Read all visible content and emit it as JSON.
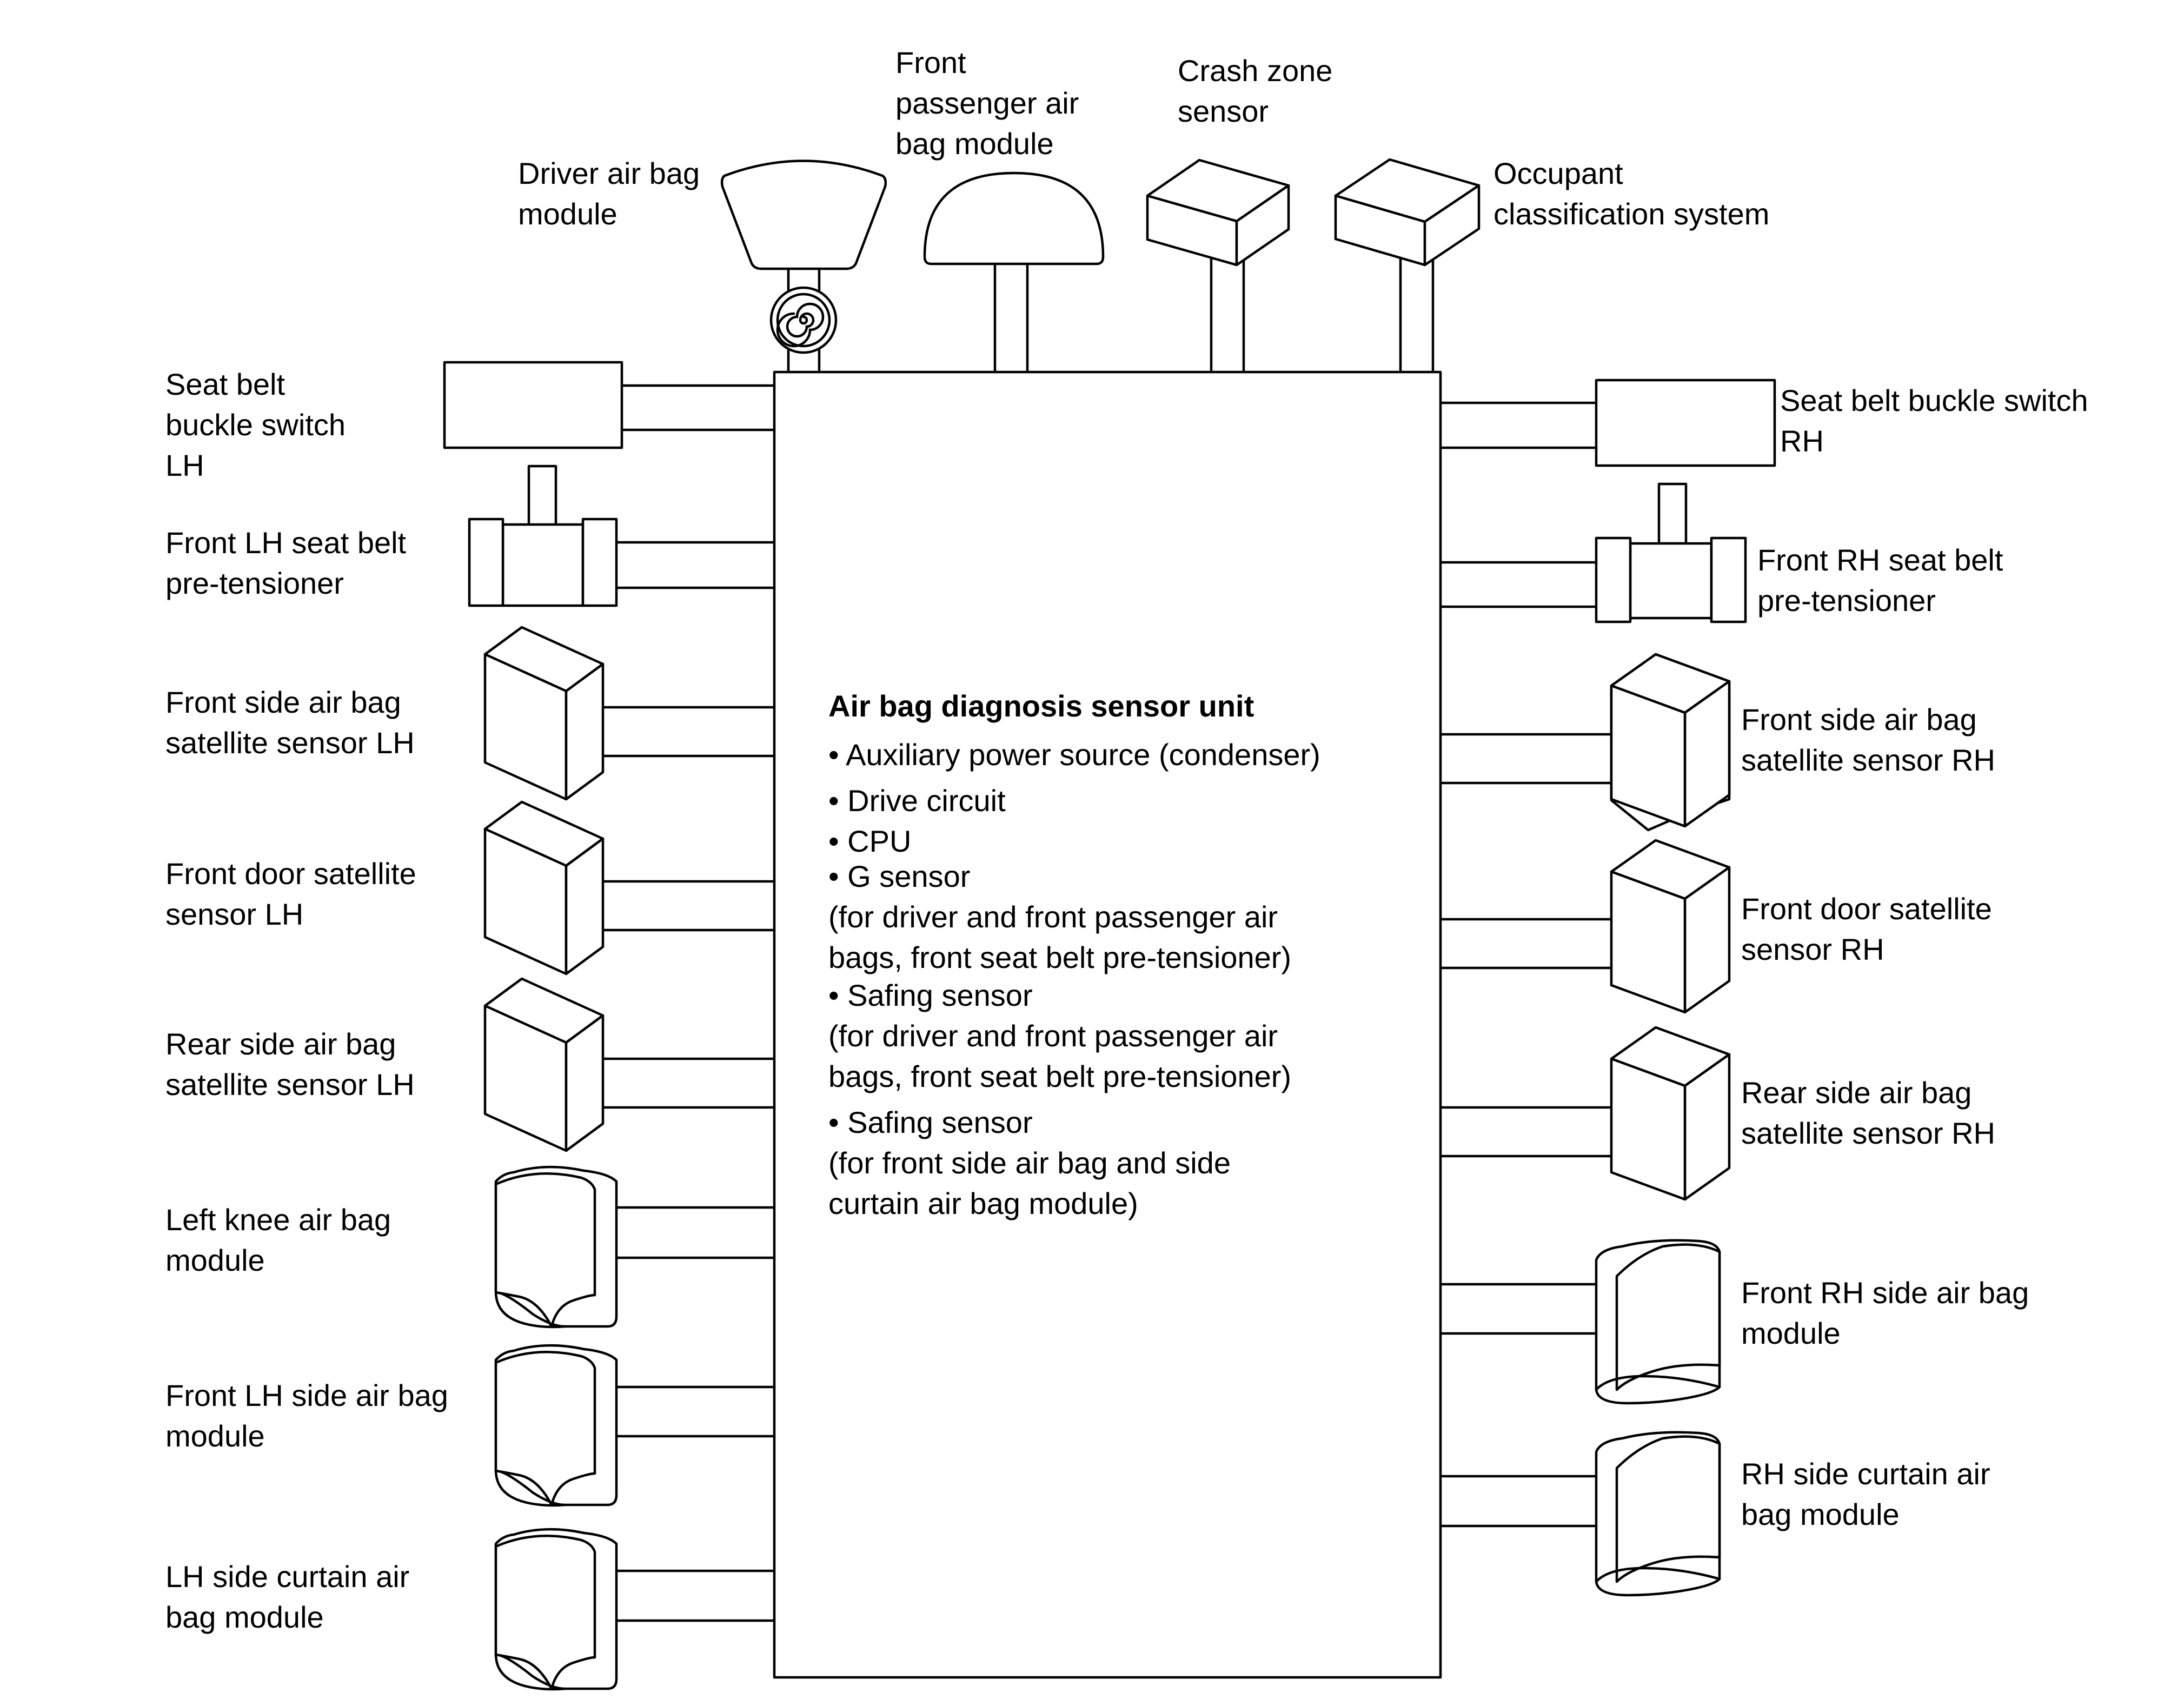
{
  "unit": {
    "title": "Air bag diagnosis sensor unit",
    "lines": [
      "• Auxiliary power source (condenser)",
      "• Drive circuit",
      "• CPU",
      "• G sensor",
      "(for driver and front passenger air",
      "bags, front seat belt pre-tensioner)",
      "• Safing sensor",
      "(for driver and front passenger air",
      "bags, front seat belt pre-tensioner)",
      "• Safing sensor",
      "(for front side air bag and side",
      "curtain air bag module)"
    ]
  },
  "top": {
    "driver_airbag": [
      "Driver air bag",
      "module"
    ],
    "passenger_airbag": [
      "Front",
      "passenger air",
      "bag module"
    ],
    "crash_zone": [
      "Crash zone",
      "sensor"
    ],
    "occupant": [
      "Occupant",
      "classification system"
    ]
  },
  "left": {
    "buckle_lh": [
      "Seat belt",
      "buckle switch",
      "LH"
    ],
    "pretensioner_lh": [
      "Front LH seat belt",
      "pre-tensioner"
    ],
    "front_side_sensor_lh": [
      "Front side air bag",
      "satellite sensor LH"
    ],
    "door_sensor_lh": [
      "Front door satellite",
      "sensor LH"
    ],
    "rear_side_sensor_lh": [
      "Rear side air bag",
      "satellite sensor LH"
    ],
    "knee_airbag": [
      "Left knee air bag",
      "module"
    ],
    "side_airbag_lh": [
      "Front LH side air bag",
      "module"
    ],
    "curtain_lh": [
      "LH side curtain air",
      "bag module"
    ]
  },
  "right": {
    "buckle_rh": [
      "Seat belt buckle switch",
      "RH"
    ],
    "pretensioner_rh": [
      "Front RH seat belt",
      "pre-tensioner"
    ],
    "front_side_sensor_rh": [
      "Front side air bag",
      "satellite sensor RH"
    ],
    "door_sensor_rh": [
      "Front door satellite",
      "sensor RH"
    ],
    "rear_side_sensor_rh": [
      "Rear side air bag",
      "satellite sensor RH"
    ],
    "side_airbag_rh": [
      "Front RH side air bag",
      "module"
    ],
    "curtain_rh": [
      "RH side curtain air",
      "bag module"
    ]
  }
}
